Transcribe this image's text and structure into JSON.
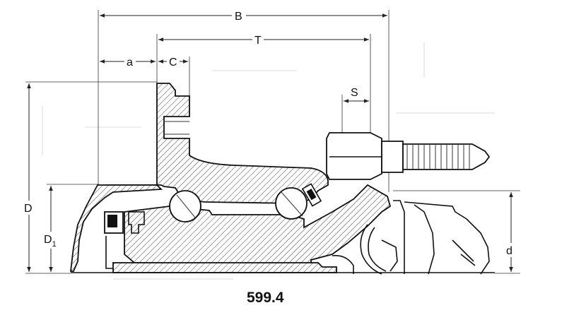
{
  "diagram": {
    "caption": "599.4",
    "dimensions": {
      "B": "B",
      "T": "T",
      "a": "a",
      "C": "C",
      "S": "S",
      "D": "D",
      "D1": "D",
      "D1_sub": "1",
      "d": "d"
    },
    "colors": {
      "ink": "#111111",
      "paper": "#ffffff",
      "hatch": "#444444"
    }
  }
}
